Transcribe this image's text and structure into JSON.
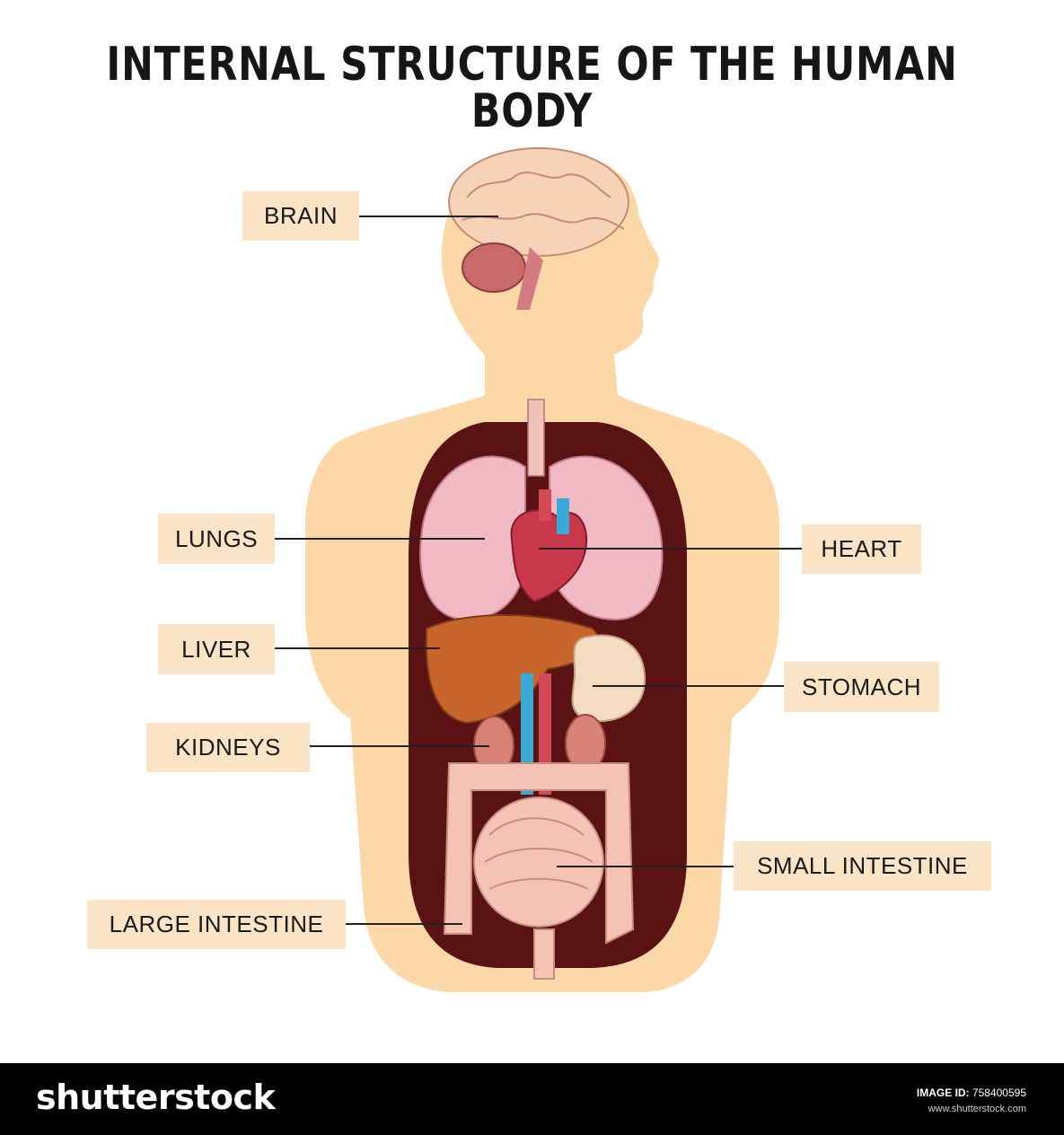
{
  "title": "INTERNAL STRUCTURE OF THE HUMAN BODY",
  "labels": {
    "brain": "BRAIN",
    "lungs": "LUNGS",
    "heart": "HEART",
    "liver": "LIVER",
    "stomach": "STOMACH",
    "kidneys": "KIDNEYS",
    "small_intestine": "SMALL INTESTINE",
    "large_intestine": "LARGE INTESTINE"
  },
  "footer": {
    "brand": "shutterstock",
    "image_id_label": "IMAGE ID:",
    "image_id": "758400595",
    "site": "www.shutterstock.com"
  },
  "colors": {
    "label_bg": "#fbe3c6",
    "body": "#fcd8a8",
    "cavity": "#5a1212",
    "lungs": "#f1b9c4",
    "liver": "#c8652d",
    "heart": "#c9374a",
    "intestine": "#f4c3b4"
  }
}
